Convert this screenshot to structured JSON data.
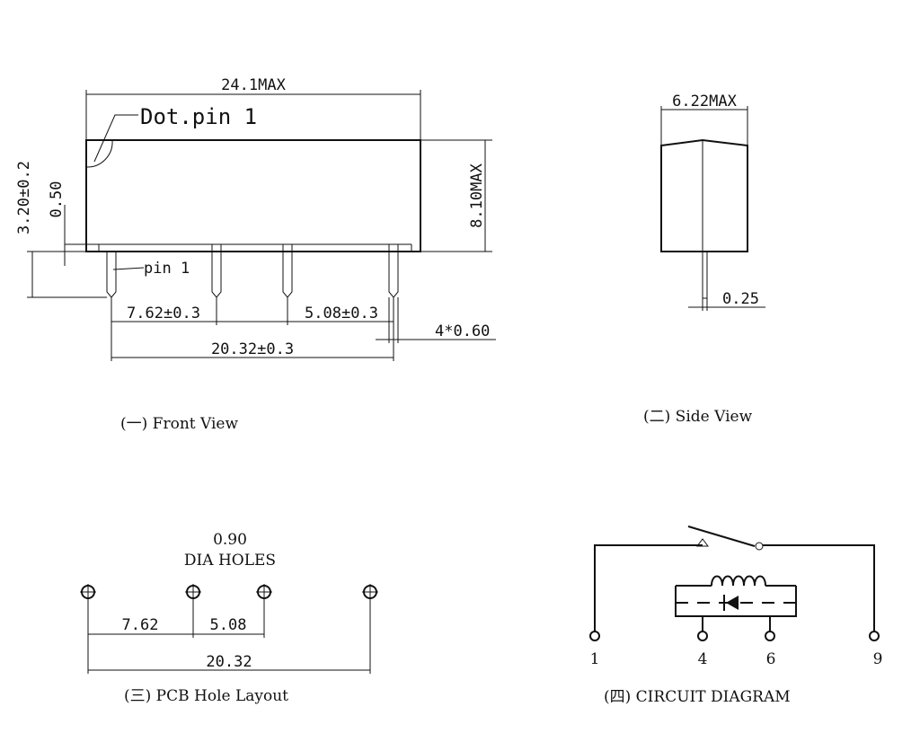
{
  "front_view": {
    "width_dim": "24.1MAX",
    "dot_label": "Dot.pin 1",
    "height_dim": "8.10MAX",
    "left_dim_a": "3.20±0.2",
    "left_dim_b": "0.50",
    "pin_label": "pin 1",
    "pitch_a": "7.62±0.3",
    "pitch_b": "5.08±0.3",
    "pitch_total": "20.32±0.3",
    "pin_width": "4*0.60",
    "caption": "(一) Front View"
  },
  "side_view": {
    "width_dim": "6.22MAX",
    "pin_dim": "0.25",
    "caption": "(二) Side View"
  },
  "pcb_layout": {
    "hole_size": "0.90",
    "hole_label": "DIA HOLES",
    "pitch_a": "7.62",
    "pitch_b": "5.08",
    "pitch_total": "20.32",
    "caption": "(三) PCB Hole Layout"
  },
  "circuit": {
    "pins": [
      "1",
      "4",
      "6",
      "9"
    ],
    "caption": "(四) CIRCUIT DIAGRAM"
  }
}
